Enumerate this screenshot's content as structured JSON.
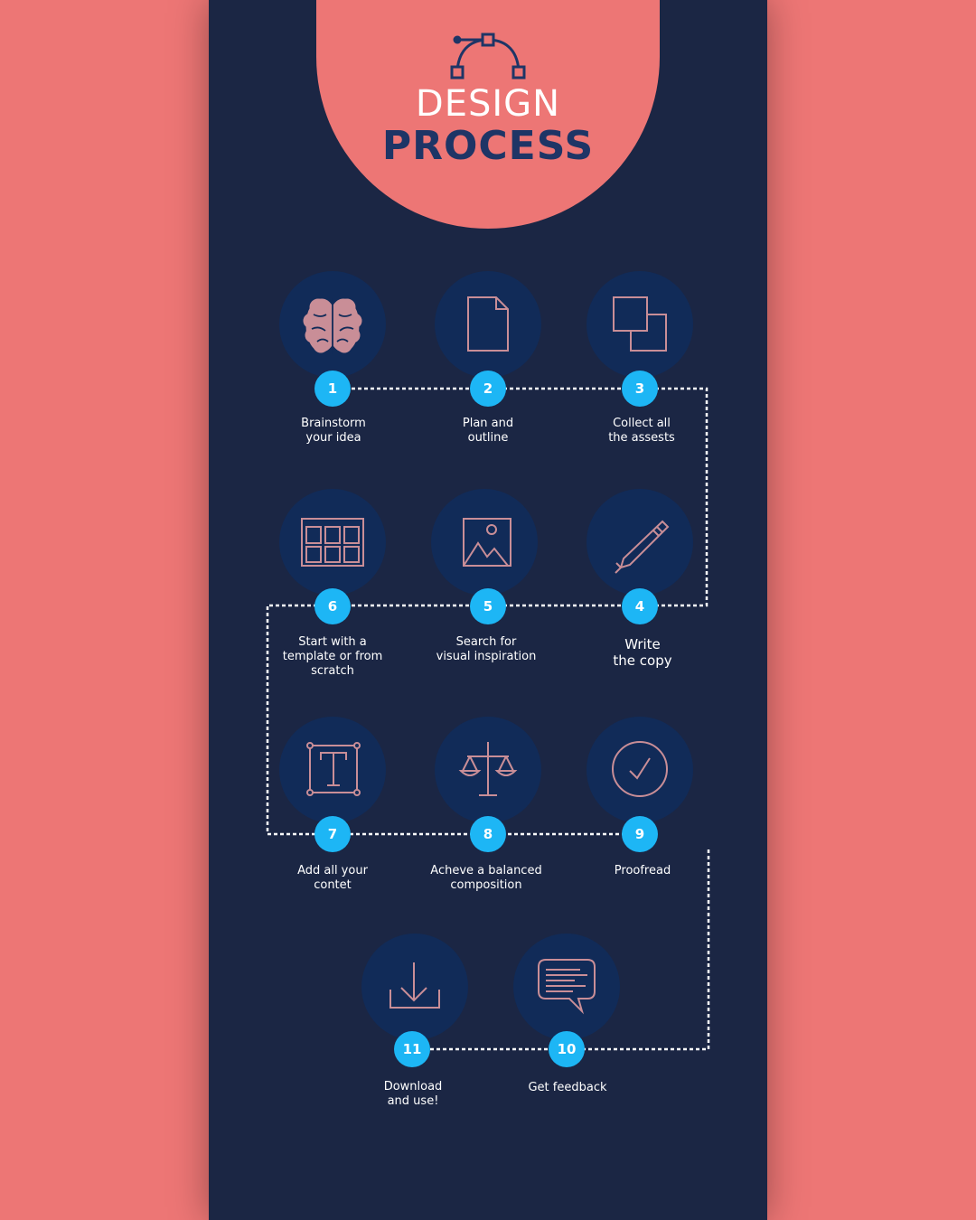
{
  "header": {
    "title_line1": "DESIGN",
    "title_line2": "PROCESS",
    "logo_icon": "bezier-curve-icon"
  },
  "colors": {
    "background": "#ed7675",
    "panel": "#1b2644",
    "circle": "#112b58",
    "badge": "#1db6f5",
    "icon_stroke": "#c98e97",
    "title_dark": "#1e3566"
  },
  "steps": [
    {
      "number": "1",
      "label": "Brainstorm\nyour idea",
      "icon": "brain-icon"
    },
    {
      "number": "2",
      "label": "Plan and\noutline",
      "icon": "document-icon"
    },
    {
      "number": "3",
      "label": "Collect all\nthe assests",
      "icon": "layers-icon"
    },
    {
      "number": "4",
      "label": "Write\nthe copy",
      "icon": "pencil-icon"
    },
    {
      "number": "5",
      "label": "Search for\nvisual inspiration",
      "icon": "image-icon"
    },
    {
      "number": "6",
      "label": "Start with a\ntemplate or from\nscratch",
      "icon": "template-grid-icon"
    },
    {
      "number": "7",
      "label": "Add all your\ncontet",
      "icon": "text-box-icon"
    },
    {
      "number": "8",
      "label": "Acheve a balanced\ncomposition",
      "icon": "balance-scale-icon"
    },
    {
      "number": "9",
      "label": "Proofread",
      "icon": "checkmark-circle-icon"
    },
    {
      "number": "10",
      "label": "Get feedback",
      "icon": "speech-bubble-icon"
    },
    {
      "number": "11",
      "label": "Download\nand use!",
      "icon": "download-icon"
    }
  ]
}
